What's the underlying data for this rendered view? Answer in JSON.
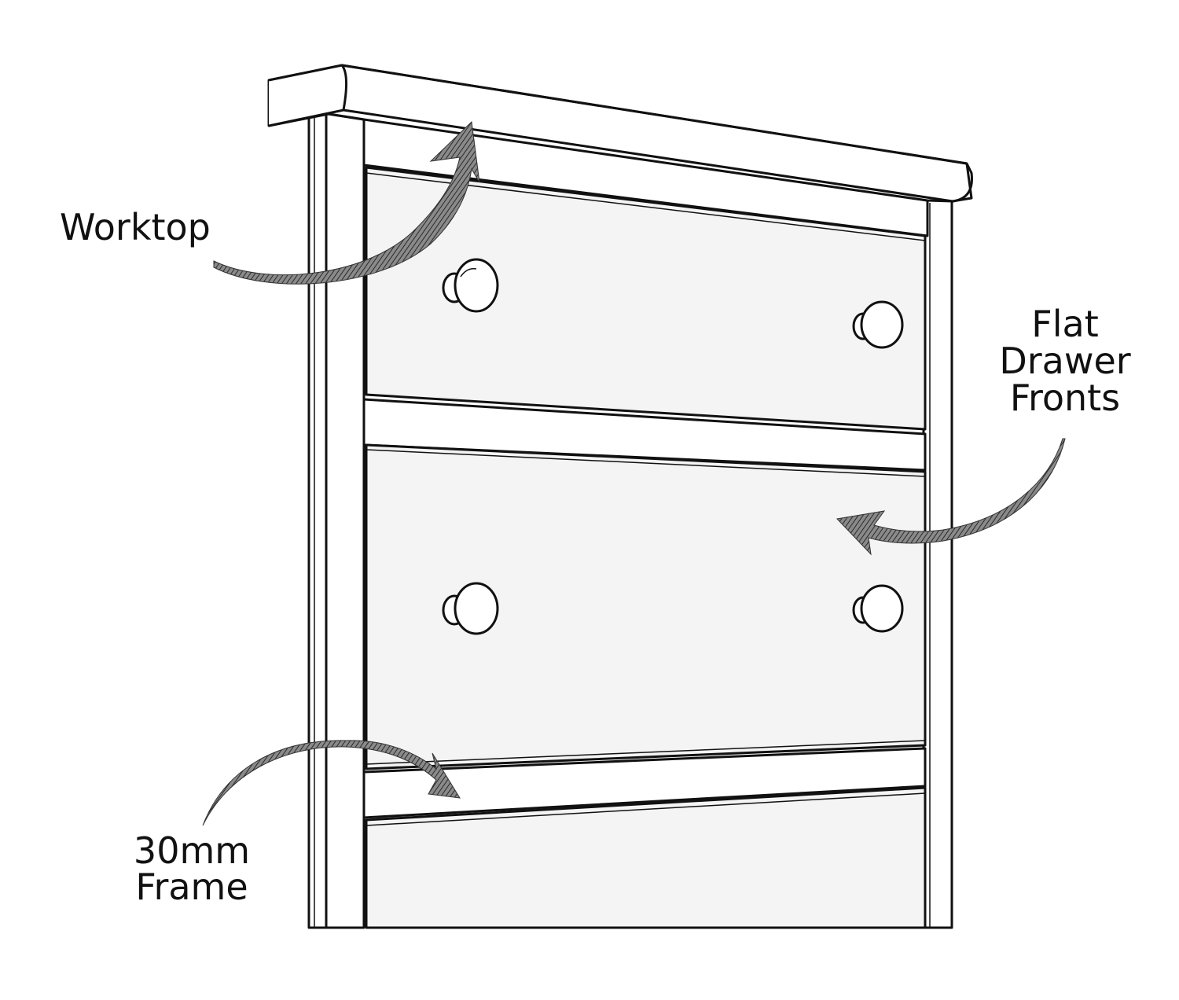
{
  "labels": {
    "worktop": "Worktop",
    "drawer_fronts": [
      "Flat",
      "Drawer",
      "Fronts"
    ],
    "frame": [
      "30mm",
      "Frame"
    ]
  },
  "colors": {
    "line": "#111111",
    "drawer_fill": "#f4f4f4",
    "frame_fill": "#ffffff",
    "arrow": "#555555"
  }
}
